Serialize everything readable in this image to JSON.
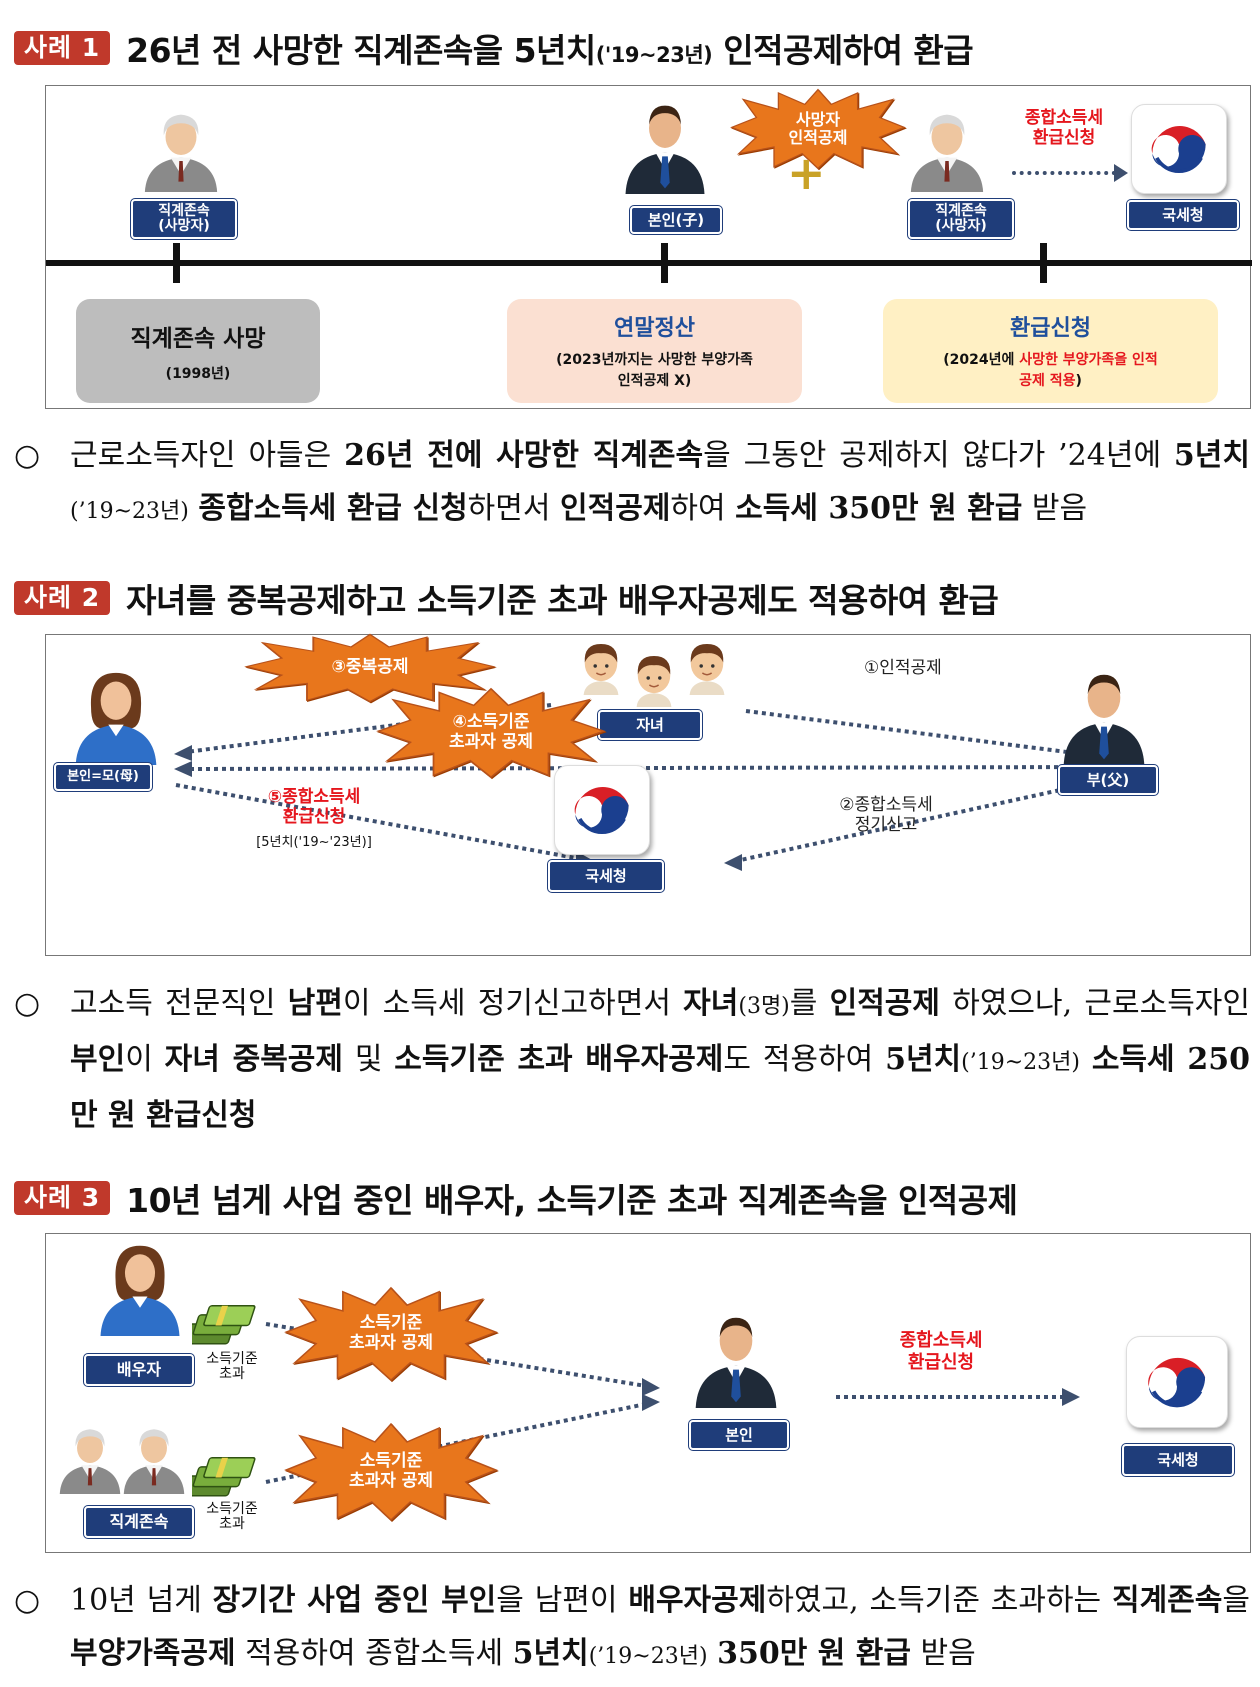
{
  "case1": {
    "tag": "사례 1",
    "title": "26년 전 사망한 직계존속을 5년치",
    "title_paren": "('19~23년)",
    "title_tail": " 인적공제하여 환급",
    "person_left_label": "직계존속\n(사망자)",
    "person_mid_label": "본인(子)",
    "burst_text": "사망자\n인적공제",
    "plus": "+",
    "person_right_label": "직계존속\n(사망자)",
    "refund_request": "종합소득세\n환급신청",
    "nts_label": "국세청",
    "box1_title": "직계존속 사망",
    "box1_sub": "(1998년)",
    "box2_title": "연말정산",
    "box2_sub": "(2023년까지는 사망한 부양가족\n인적공제 X)",
    "box3_title": "환급신청",
    "box3_sub_prefix": "(2024년에 ",
    "box3_sub_red": "사망한 부양가족을 인적\n공제 적용",
    "box3_sub_suffix": ")",
    "para": {
      "bullet": "○",
      "t1": "근로소득자인 아들은 ",
      "b1": "26년 전에 사망한 직계존속",
      "t2": "을 그동안 공제하지 않다가 ’24년에 ",
      "b2": "5년치",
      "sm1": "(’19~23년)",
      "t3": " ",
      "b3": "종합소득세 환급 신청",
      "t4": "하면서 ",
      "b4": "인적공제",
      "t5": "하여 ",
      "b5": "소득세 350만 원 환급",
      "t6": " 받음"
    }
  },
  "case2": {
    "tag": "사례 2",
    "title": "자녀를 중복공제하고 소득기준 초과 배우자공제도 적용하여 환급",
    "children_label": "자녀",
    "burst3": "③중복공제",
    "arrow1_label": "①인적공제",
    "burst4": "④소득기준\n초과자 공제",
    "mother_label": "본인=모(母)",
    "father_label": "부(父)",
    "refund5_title": "⑤종합소득세\n환급신청",
    "refund5_sub": "[5년치('19~'23년)]",
    "arrow2_label": "②종합소득세\n정기신고",
    "nts_label": "국세청",
    "para": {
      "bullet": "○",
      "t1": "고소득 전문직인 ",
      "b1": "남편",
      "t2": "이 소득세 정기신고하면서 ",
      "b2": "자녀",
      "sm1": "(3명)",
      "t3": "를 ",
      "b3": "인적공제",
      "t4": " 하였으나, 근로소득자인 ",
      "b4": "부인",
      "t5": "이 ",
      "b5": "자녀 중복공제",
      "t6": " 및 ",
      "b6": "소득기준 초과 배우자공제",
      "t7": "도 적용하여 ",
      "b7": "5년치",
      "sm2": "(’19~23년)",
      "t8": " ",
      "b8": "소득세 250만 원 환급신청"
    }
  },
  "case3": {
    "tag": "사례 3",
    "title": "10년 넘게 사업 중인 배우자, 소득기준 초과 직계존속을 인적공제",
    "spouse_label": "배우자",
    "money1_label": "소득기준\n초과",
    "burst1": "소득기준\n초과자 공제",
    "parents_label": "직계존속",
    "money2_label": "소득기준\n초과",
    "burst2": "소득기준\n초과자 공제",
    "self_label": "본인",
    "refund_request": "종합소득세\n환급신청",
    "nts_label": "국세청",
    "para": {
      "bullet": "○",
      "t1": "10년 넘게 ",
      "b1": "장기간 사업 중인 부인",
      "t2": "을 남편이 ",
      "b2": "배우자공제",
      "t3": "하였고, 소득기준 초과하는 ",
      "b3": "직계존속",
      "t4": "을 ",
      "b4": "부양가족공제",
      "t5": " 적용하여 종합소득세 ",
      "b5": "5년치",
      "sm1": "(’19~23년)",
      "t6": " ",
      "b6": "350만 원 환급",
      "t7": " 받음"
    }
  },
  "colors": {
    "tag_red": "#c0392b",
    "navy": "#1f3d7a",
    "burst_orange": "#e8761c",
    "red_text": "#e5161d"
  }
}
